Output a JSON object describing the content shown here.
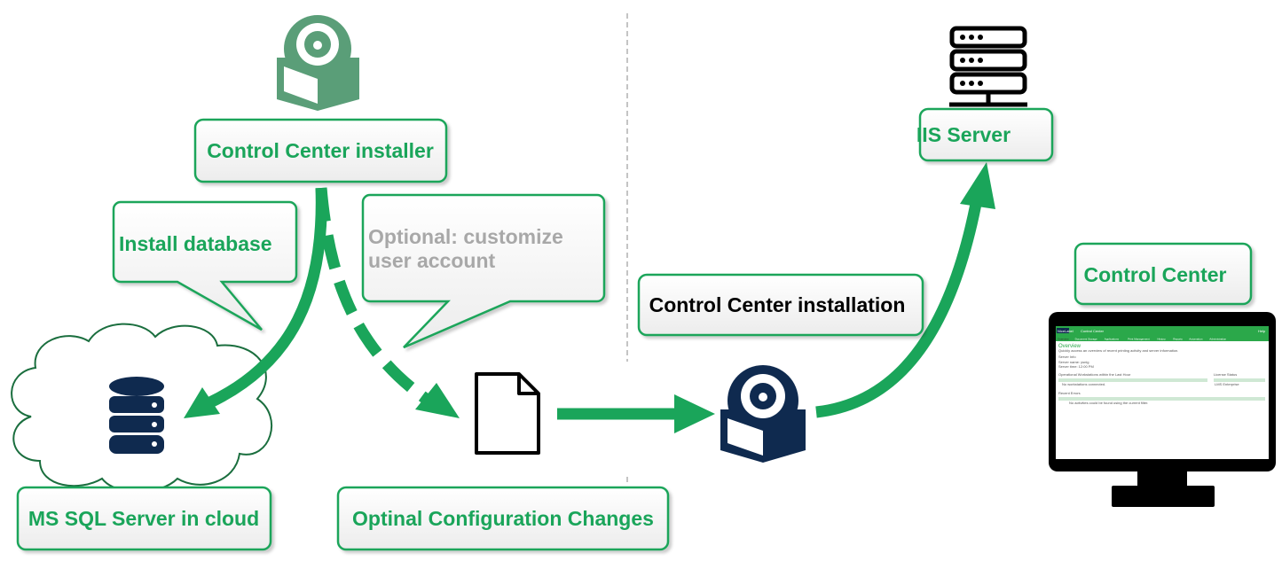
{
  "colors": {
    "accent": "#1aa55a",
    "installer_icon": "#5a9e78",
    "navy": "#0f2a4f",
    "optional_text": "#a8a8a8"
  },
  "labels": {
    "installer": "Control Center installer",
    "install_db": "Install database",
    "optional_line1": "Optional: customize",
    "optional_line2": "user account",
    "sql": "MS SQL Server in cloud",
    "config": "Optinal Configuration Changes",
    "installation": "Control Center installation",
    "iis": "IIS Server",
    "control_center": "Control Center"
  },
  "screen": {
    "brand": "NiceLabel",
    "app": "Control Center",
    "help": "Help",
    "tabs": [
      "Overview",
      "Document Storage",
      "Applications",
      "Print Management",
      "History",
      "Reports",
      "Automation",
      "Administration"
    ],
    "title": "Overview",
    "subtitle": "Quickly access an overview of recent printing activity and server information.",
    "server_info": "Server Info",
    "server_name": "Server name: ysnig",
    "server_time": "Server time: 12:00 PM",
    "workstations": "Operational Workstations within the Last Hour",
    "no_ws": "No workstations connected.",
    "license": "License Status",
    "license_type": "LMS Enterprise",
    "errors": "Recent Errors",
    "no_errors": "No activities could be found using the current filter."
  }
}
